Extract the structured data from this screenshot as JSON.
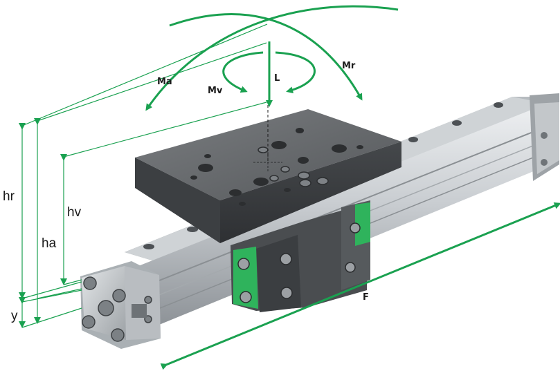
{
  "diagram": {
    "subject": "linear actuator with carriage, moments and dimensions",
    "loads": {
      "longitudinal_force": "L",
      "moment_a": "Ma",
      "moment_v": "Mv",
      "moment_r": "Mr",
      "force_f": "F"
    },
    "dimensions": {
      "hr": "hr",
      "ha": "ha",
      "hv": "hv",
      "y": "y"
    },
    "colors": {
      "arrow_green": "#1aa150",
      "dimension_green": "#1aa150",
      "carriage_dark": "#4a4d50",
      "carriage_top": "#6b6e71",
      "rail_light": "#d7dadd",
      "rail_mid": "#aeb3b7",
      "end_cap": "#c8ccd0",
      "wiper_green": "#2fb35c",
      "bolt": "#8c9094"
    }
  }
}
